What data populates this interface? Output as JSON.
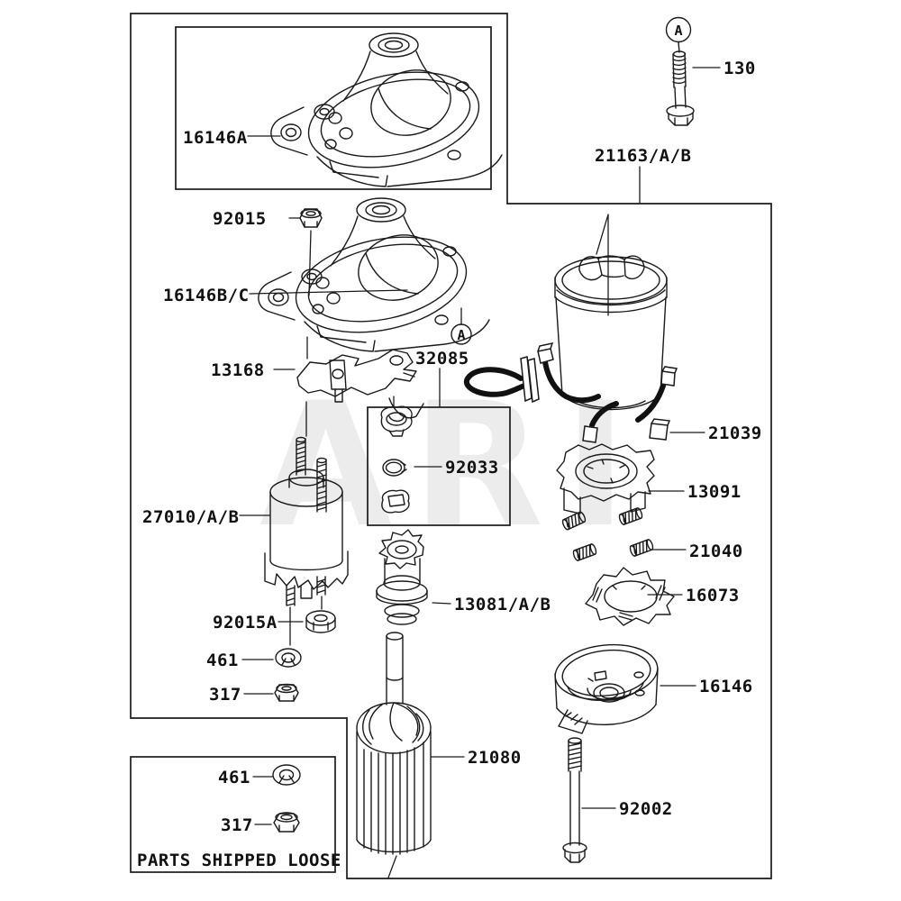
{
  "watermark": "ARI",
  "callouts": {
    "a": "A"
  },
  "parts": {
    "bolt_top": "130",
    "yoke": "21163/A/B",
    "housing_a": "16146A",
    "nut_top": "92015",
    "housing_bc": "16146B/C",
    "lever": "13168",
    "grommet_kit": "32085",
    "snap_ring": "92033",
    "lead_wire": "21039",
    "brush_holder": "13091",
    "solenoid": "27010/A/B",
    "springs": "21040",
    "brush_plate": "16073",
    "pinion_gear": "13081/A/B",
    "nut_solenoid": "92015A",
    "lock_washer": "461",
    "hex_nut": "317",
    "end_cap": "16146",
    "armature": "21080",
    "through_bolt": "92002"
  },
  "shipped_loose": {
    "washer": "461",
    "nut": "317",
    "title": "PARTS SHIPPED LOOSE"
  },
  "colors": {
    "line": "#1a1a1a",
    "background": "#ffffff",
    "watermark": "#ececec"
  }
}
